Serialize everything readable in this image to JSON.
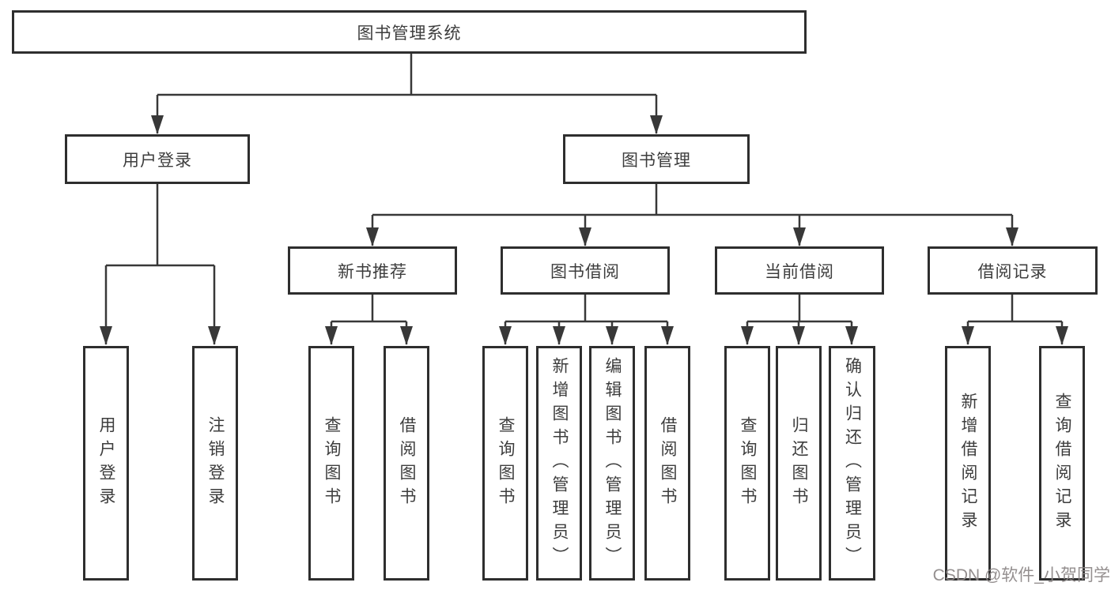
{
  "diagram": {
    "title": "图书管理系统",
    "nodes": {
      "root": "图书管理系统",
      "user_login_branch": "用户登录",
      "book_mgmt_branch": "图书管理",
      "user_login_leaf": "用户登录",
      "logout_leaf": "注销登录",
      "new_book_recommend": "新书推荐",
      "book_borrow": "图书借阅",
      "current_borrow": "当前借阅",
      "borrow_record": "借阅记录",
      "rec_query_book": "查询图书",
      "rec_borrow_book": "借阅图书",
      "bor_query_book": "查询图书",
      "bor_add_book": "新增图书（管理员）",
      "bor_edit_book": "编辑图书（管理员）",
      "bor_borrow_book": "借阅图书",
      "cur_query_book": "查询图书",
      "cur_return_book": "归还图书",
      "cur_confirm_return": "确认归还（管理员）",
      "hist_add_record": "新增借阅记录",
      "hist_query_record": "查询借阅记录"
    },
    "colors": {
      "line": "#383838",
      "box_border": "#2e2e2e",
      "text": "#3d3d3d",
      "background": "#ffffff",
      "watermark": "#8b8686"
    }
  },
  "watermark": {
    "text": "CSDN @软件_小贺同学"
  }
}
